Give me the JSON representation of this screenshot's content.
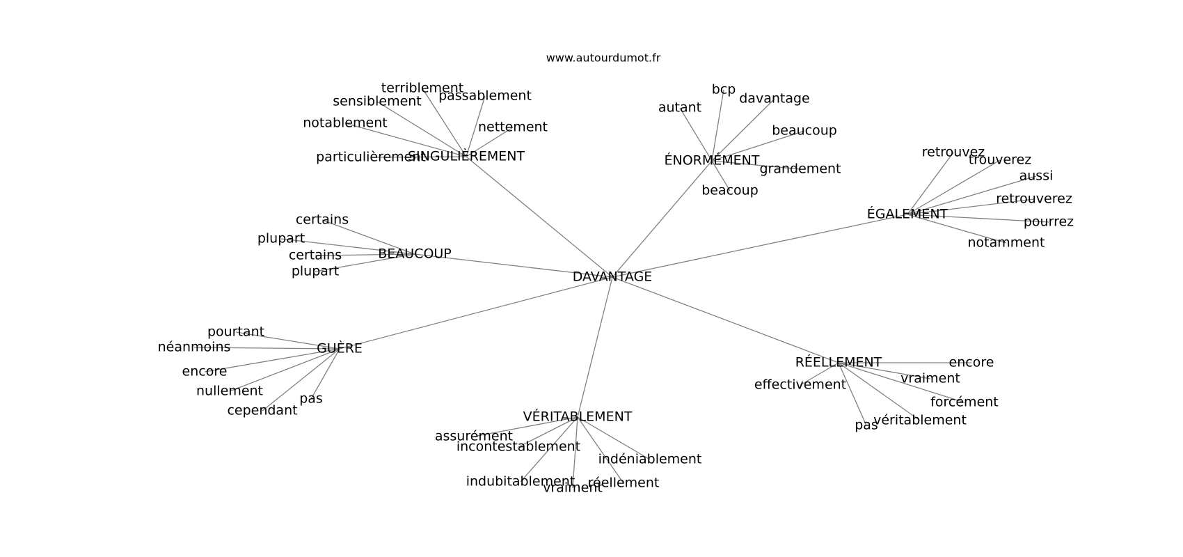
{
  "site": "www.autourdumot.fr",
  "center": "DAVANTAGE",
  "clusters": [
    {
      "id": "singulierement",
      "label": "SINGULIÈREMENT",
      "leaves": [
        "terriblement",
        "passablement",
        "sensiblement",
        "notablement",
        "nettement",
        "particulièrement"
      ]
    },
    {
      "id": "enormement",
      "label": "ÉNORMÉMENT",
      "leaves": [
        "bcp",
        "autant",
        "davantage",
        "beaucoup",
        "grandement",
        "beacoup"
      ]
    },
    {
      "id": "egalement",
      "label": "ÉGALEMENT",
      "leaves": [
        "retrouvez",
        "trouverez",
        "aussi",
        "retrouverez",
        "pourrez",
        "notamment"
      ]
    },
    {
      "id": "beaucoup",
      "label": "BEAUCOUP",
      "leaves": [
        "certains",
        "plupart",
        "certains",
        "plupart"
      ]
    },
    {
      "id": "guere",
      "label": "GUÈRE",
      "leaves": [
        "pourtant",
        "néanmoins",
        "encore",
        "nullement",
        "cependant",
        "pas"
      ]
    },
    {
      "id": "reellement",
      "label": "RÉELLEMENT",
      "leaves": [
        "encore",
        "effectivement",
        "vraiment",
        "forcément",
        "véritablement",
        "pas"
      ]
    },
    {
      "id": "veritablement",
      "label": "VÉRITABLEMENT",
      "leaves": [
        "assurément",
        "incontestablement",
        "indéniablement",
        "indubitablement",
        "vraiment",
        "réellement"
      ]
    }
  ]
}
